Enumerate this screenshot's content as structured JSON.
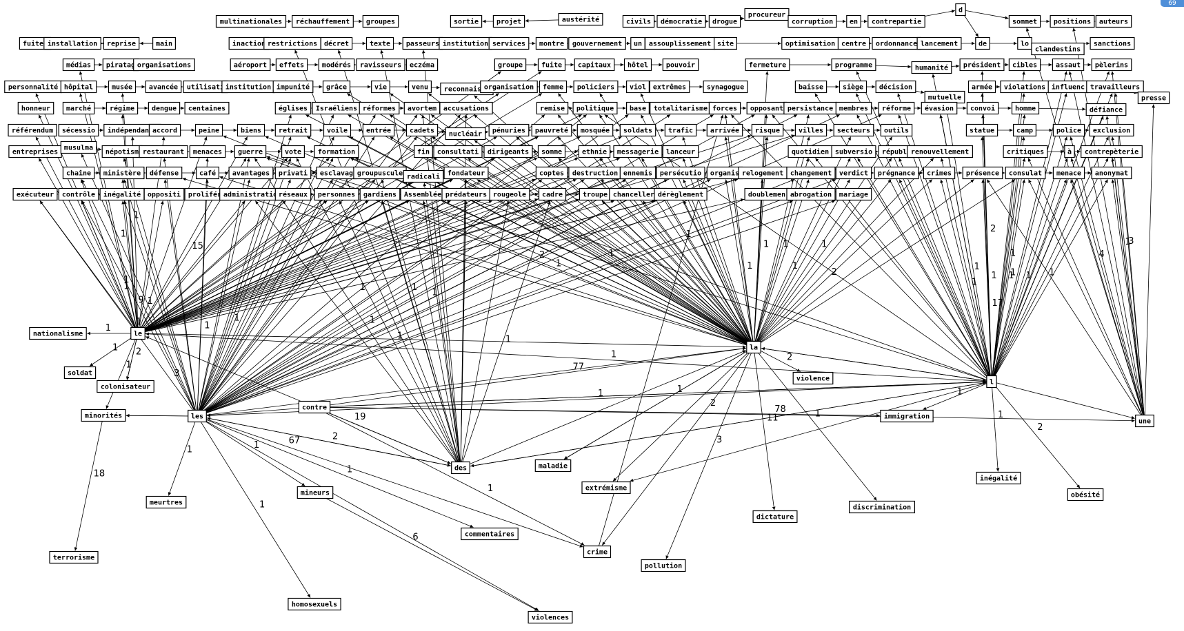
{
  "badge": "69",
  "colors": {
    "ink": "#000000",
    "paper": "#ffffff",
    "badge": "#4f8fd8"
  },
  "graph": {
    "nodes": [
      {
        "id": "le",
        "label": "le"
      },
      {
        "id": "les",
        "label": "les"
      },
      {
        "id": "la",
        "label": "la"
      },
      {
        "id": "l",
        "label": "l"
      },
      {
        "id": "des",
        "label": "des"
      },
      {
        "id": "une",
        "label": "une"
      },
      {
        "id": "contre",
        "label": "contre"
      },
      {
        "id": "nationalisme",
        "label": "nationalisme"
      },
      {
        "id": "soldat",
        "label": "soldat"
      },
      {
        "id": "colonisateur",
        "label": "colonisateur"
      },
      {
        "id": "minorites",
        "label": "minorités"
      },
      {
        "id": "terrorisme",
        "label": "terrorisme"
      },
      {
        "id": "meurtres",
        "label": "meurtres"
      },
      {
        "id": "homosexuels",
        "label": "homosexuels"
      },
      {
        "id": "mineurs",
        "label": "mineurs"
      },
      {
        "id": "violences",
        "label": "violences"
      },
      {
        "id": "commentaires",
        "label": "commentaires"
      },
      {
        "id": "crime",
        "label": "crime"
      },
      {
        "id": "maladie",
        "label": "maladie"
      },
      {
        "id": "extremisme",
        "label": "extrémisme"
      },
      {
        "id": "pollution",
        "label": "pollution"
      },
      {
        "id": "dictature",
        "label": "dictature"
      },
      {
        "id": "discrimination",
        "label": "discrimination"
      },
      {
        "id": "violence",
        "label": "violence"
      },
      {
        "id": "immigration",
        "label": "immigration"
      },
      {
        "id": "inegalite2",
        "label": "inégalité"
      },
      {
        "id": "obesite",
        "label": "obésité"
      },
      {
        "id": "multinationales",
        "label": "multinationales"
      },
      {
        "id": "rechauffement",
        "label": "réchauffement"
      },
      {
        "id": "groupes",
        "label": "groupes"
      },
      {
        "id": "sortie",
        "label": "sortie"
      },
      {
        "id": "projet",
        "label": "projet"
      },
      {
        "id": "austerite",
        "label": "austérité"
      },
      {
        "id": "civils",
        "label": "civils"
      },
      {
        "id": "democratie",
        "label": "démocratie"
      },
      {
        "id": "drogue",
        "label": "drogue"
      },
      {
        "id": "procureur",
        "label": "procureur"
      },
      {
        "id": "corruption",
        "label": "corruption"
      },
      {
        "id": "en",
        "label": "en"
      },
      {
        "id": "contrepartie",
        "label": "contrepartie"
      },
      {
        "id": "d",
        "label": "d"
      },
      {
        "id": "sommet",
        "label": "sommet"
      },
      {
        "id": "positions",
        "label": "positions"
      },
      {
        "id": "auteurs",
        "label": "auteurs"
      },
      {
        "id": "fuites",
        "label": "fuites"
      },
      {
        "id": "installation",
        "label": "installation"
      },
      {
        "id": "reprise",
        "label": "reprise"
      },
      {
        "id": "main",
        "label": "main"
      },
      {
        "id": "inaction",
        "label": "inaction"
      },
      {
        "id": "restrictions",
        "label": "restrictions"
      },
      {
        "id": "decret",
        "label": "décret"
      },
      {
        "id": "texte",
        "label": "texte"
      },
      {
        "id": "passeurs",
        "label": "passeurs"
      },
      {
        "id": "institutions",
        "label": "institution"
      },
      {
        "id": "services",
        "label": "services"
      },
      {
        "id": "montre",
        "label": "montre"
      },
      {
        "id": "gouvernement",
        "label": "gouvernement"
      },
      {
        "id": "un",
        "label": "un"
      },
      {
        "id": "assouplissement",
        "label": "assouplissement"
      },
      {
        "id": "site",
        "label": "site"
      },
      {
        "id": "optimisation",
        "label": "optimisation"
      },
      {
        "id": "centre",
        "label": "centre"
      },
      {
        "id": "ordonnance",
        "label": "ordonnance"
      },
      {
        "id": "lancement",
        "label": "lancement"
      },
      {
        "id": "de",
        "label": "de"
      },
      {
        "id": "lo",
        "label": "lo"
      },
      {
        "id": "clandestins",
        "label": "clandestins"
      },
      {
        "id": "sanctions",
        "label": "sanctions"
      },
      {
        "id": "medias",
        "label": "médias"
      },
      {
        "id": "piratage",
        "label": "piratag"
      },
      {
        "id": "organisations",
        "label": "organisations"
      },
      {
        "id": "aeroport",
        "label": "aéroport"
      },
      {
        "id": "effets",
        "label": "effets"
      },
      {
        "id": "moderes",
        "label": "modérés"
      },
      {
        "id": "ravisseurs",
        "label": "ravisseurs"
      },
      {
        "id": "eczema",
        "label": "eczéma"
      },
      {
        "id": "groupe",
        "label": "groupe"
      },
      {
        "id": "fuite",
        "label": "fuite"
      },
      {
        "id": "capitaux",
        "label": "capitaux"
      },
      {
        "id": "hotel",
        "label": "hôtel"
      },
      {
        "id": "pouvoir",
        "label": "pouvoir"
      },
      {
        "id": "fermeture",
        "label": "fermeture"
      },
      {
        "id": "programme",
        "label": "programme"
      },
      {
        "id": "humanite",
        "label": "humanité"
      },
      {
        "id": "president",
        "label": "président"
      },
      {
        "id": "cibles",
        "label": "cibles"
      },
      {
        "id": "assaut",
        "label": "assaut"
      },
      {
        "id": "pelerins",
        "label": "pèlerins"
      },
      {
        "id": "personnalite",
        "label": "personnalité"
      },
      {
        "id": "hopital",
        "label": "hôpital"
      },
      {
        "id": "musee",
        "label": "musée"
      },
      {
        "id": "avancee",
        "label": "avancée"
      },
      {
        "id": "utilisation",
        "label": "utilisati"
      },
      {
        "id": "institution2",
        "label": "institution"
      },
      {
        "id": "impunite",
        "label": "impunité"
      },
      {
        "id": "grace",
        "label": "grâce"
      },
      {
        "id": "vie",
        "label": "vie"
      },
      {
        "id": "venue",
        "label": "venu"
      },
      {
        "id": "reconnaissance",
        "label": "reconnaissa"
      },
      {
        "id": "organisation",
        "label": "organisation"
      },
      {
        "id": "femme",
        "label": "femme"
      },
      {
        "id": "policiers",
        "label": "policiers"
      },
      {
        "id": "viol",
        "label": "viol"
      },
      {
        "id": "extremes",
        "label": "extrêmes"
      },
      {
        "id": "synagogue",
        "label": "synagogue"
      },
      {
        "id": "baisse",
        "label": "baisse"
      },
      {
        "id": "siege",
        "label": "siège"
      },
      {
        "id": "decision",
        "label": "décision"
      },
      {
        "id": "mutuelle",
        "label": "mutuelle"
      },
      {
        "id": "armee",
        "label": "armée"
      },
      {
        "id": "violations",
        "label": "violations"
      },
      {
        "id": "influence",
        "label": "influenc"
      },
      {
        "id": "travailleurs",
        "label": "travailleurs"
      },
      {
        "id": "presse",
        "label": "presse"
      },
      {
        "id": "honneur",
        "label": "honneur"
      },
      {
        "id": "marche",
        "label": "marché"
      },
      {
        "id": "regime",
        "label": "régime"
      },
      {
        "id": "dengue",
        "label": "dengue"
      },
      {
        "id": "centaines",
        "label": "centaines"
      },
      {
        "id": "eglises",
        "label": "églises"
      },
      {
        "id": "israeliens",
        "label": "Israéliens"
      },
      {
        "id": "reformes",
        "label": "réformes"
      },
      {
        "id": "avortement",
        "label": "avortem"
      },
      {
        "id": "accusations",
        "label": "accusations"
      },
      {
        "id": "remise",
        "label": "remise"
      },
      {
        "id": "politique",
        "label": "politique"
      },
      {
        "id": "base",
        "label": "base"
      },
      {
        "id": "totalitarisme",
        "label": "totalitarisme"
      },
      {
        "id": "forces",
        "label": "forces"
      },
      {
        "id": "opposant",
        "label": "opposant"
      },
      {
        "id": "persistance",
        "label": "persistance"
      },
      {
        "id": "membres",
        "label": "membres"
      },
      {
        "id": "reforme",
        "label": "réforme"
      },
      {
        "id": "evasion",
        "label": "évasion"
      },
      {
        "id": "convoi",
        "label": "convoi"
      },
      {
        "id": "homme",
        "label": "homme"
      },
      {
        "id": "defiance",
        "label": "défiance"
      },
      {
        "id": "referendum",
        "label": "référendum"
      },
      {
        "id": "secession",
        "label": "sécessio"
      },
      {
        "id": "independance",
        "label": "indépendance"
      },
      {
        "id": "accord",
        "label": "accord"
      },
      {
        "id": "peine",
        "label": "peine"
      },
      {
        "id": "biens",
        "label": "biens"
      },
      {
        "id": "retrait",
        "label": "retrait"
      },
      {
        "id": "voile",
        "label": "voile"
      },
      {
        "id": "entree",
        "label": "entrée"
      },
      {
        "id": "cadets",
        "label": "cadets"
      },
      {
        "id": "nucleaire",
        "label": "nucléair"
      },
      {
        "id": "penuries",
        "label": "pénuries"
      },
      {
        "id": "pauvrete",
        "label": "pauvreté"
      },
      {
        "id": "mosquee",
        "label": "mosquée"
      },
      {
        "id": "soldats",
        "label": "soldats"
      },
      {
        "id": "trafic",
        "label": "trafic"
      },
      {
        "id": "arrivee",
        "label": "arrivée"
      },
      {
        "id": "risque",
        "label": "risque"
      },
      {
        "id": "villes",
        "label": "villes"
      },
      {
        "id": "secteurs",
        "label": "secteurs"
      },
      {
        "id": "outils",
        "label": "outils"
      },
      {
        "id": "statue",
        "label": "statue"
      },
      {
        "id": "camp",
        "label": "camp"
      },
      {
        "id": "police",
        "label": "police"
      },
      {
        "id": "exclusion",
        "label": "exclusion"
      },
      {
        "id": "entreprises",
        "label": "entreprises"
      },
      {
        "id": "musulmans",
        "label": "musulma"
      },
      {
        "id": "nepotisme",
        "label": "népotism"
      },
      {
        "id": "restaurant",
        "label": "restaurant"
      },
      {
        "id": "menaces",
        "label": "menaces"
      },
      {
        "id": "guerre",
        "label": "guerre"
      },
      {
        "id": "vote",
        "label": "vote"
      },
      {
        "id": "formation",
        "label": "formation"
      },
      {
        "id": "fin",
        "label": "fin"
      },
      {
        "id": "consultation",
        "label": "consultati"
      },
      {
        "id": "dirigeants",
        "label": "dirigeants"
      },
      {
        "id": "somme",
        "label": "somme"
      },
      {
        "id": "ethnie",
        "label": "ethnie"
      },
      {
        "id": "messagerie",
        "label": "messagerie"
      },
      {
        "id": "lanceur",
        "label": "lanceur"
      },
      {
        "id": "quotidien",
        "label": "quotidien"
      },
      {
        "id": "subversion",
        "label": "subversio"
      },
      {
        "id": "republique",
        "label": "républi"
      },
      {
        "id": "renouvellement",
        "label": "renouvellement"
      },
      {
        "id": "critiques",
        "label": "critiques"
      },
      {
        "id": "a",
        "label": "à"
      },
      {
        "id": "contrepeterie",
        "label": "contrepèterie"
      },
      {
        "id": "chaine",
        "label": "chaîne"
      },
      {
        "id": "ministere",
        "label": "ministère"
      },
      {
        "id": "defense",
        "label": "défense"
      },
      {
        "id": "cafe",
        "label": "café"
      },
      {
        "id": "avantages",
        "label": "avantages"
      },
      {
        "id": "privatisation",
        "label": "privati"
      },
      {
        "id": "esclavage",
        "label": "esclavag"
      },
      {
        "id": "groupuscule",
        "label": "groupuscule"
      },
      {
        "id": "radicalisation",
        "label": "radicali"
      },
      {
        "id": "fondateur",
        "label": "fondateur"
      },
      {
        "id": "coptes",
        "label": "coptes"
      },
      {
        "id": "destruction",
        "label": "destruction"
      },
      {
        "id": "ennemis",
        "label": "ennemis"
      },
      {
        "id": "persecution",
        "label": "persécutio"
      },
      {
        "id": "organisation3",
        "label": "organis"
      },
      {
        "id": "relogement",
        "label": "relogement"
      },
      {
        "id": "changement",
        "label": "changement"
      },
      {
        "id": "verdict",
        "label": "verdict"
      },
      {
        "id": "pregnance",
        "label": "prégnance"
      },
      {
        "id": "crimes",
        "label": "crimes"
      },
      {
        "id": "presence",
        "label": "présence"
      },
      {
        "id": "consulat",
        "label": "consulat"
      },
      {
        "id": "menace",
        "label": "menace"
      },
      {
        "id": "anonymat",
        "label": "anonymat"
      },
      {
        "id": "executeur",
        "label": "exécuteur"
      },
      {
        "id": "controle",
        "label": "contrôle"
      },
      {
        "id": "inegalite",
        "label": "inégalité"
      },
      {
        "id": "opposition",
        "label": "oppositi"
      },
      {
        "id": "proliferation",
        "label": "proliféra"
      },
      {
        "id": "administration",
        "label": "administratio"
      },
      {
        "id": "reseaux",
        "label": "réseaux"
      },
      {
        "id": "personnes",
        "label": "personnes"
      },
      {
        "id": "gardiens",
        "label": "gardiens"
      },
      {
        "id": "assemblee",
        "label": "Assemblée"
      },
      {
        "id": "predateurs",
        "label": "prédateurs"
      },
      {
        "id": "rougeole",
        "label": "rougeole"
      },
      {
        "id": "cadre",
        "label": "cadre"
      },
      {
        "id": "troupe",
        "label": "troupe"
      },
      {
        "id": "chancellerie",
        "label": "chancellerie"
      },
      {
        "id": "dereglement",
        "label": "dérèglement"
      },
      {
        "id": "doublement",
        "label": "doublemen"
      },
      {
        "id": "abrogation",
        "label": "abrogation"
      },
      {
        "id": "mariage",
        "label": "mariage"
      }
    ],
    "edge_labels": [
      "77",
      "78",
      "67",
      "19",
      "2",
      "1",
      "18",
      "3",
      "6",
      "11",
      "15",
      "17",
      "9",
      "2",
      "1",
      "1",
      "1",
      "2",
      "3",
      "1",
      "1",
      "2",
      "1",
      "1",
      "1",
      "1",
      "1",
      "1",
      "1",
      "2",
      "1",
      "1",
      "4",
      "3",
      "1",
      "1",
      "1",
      "2",
      "1",
      "2",
      "1",
      "1",
      "1",
      "1",
      "1",
      "1",
      "1",
      "1",
      "1",
      "1",
      "1",
      "1",
      "1",
      "1",
      "1",
      "1",
      "1",
      "1",
      "1",
      "2",
      "1",
      "1",
      "1",
      "1",
      "1",
      "1",
      "1"
    ]
  }
}
